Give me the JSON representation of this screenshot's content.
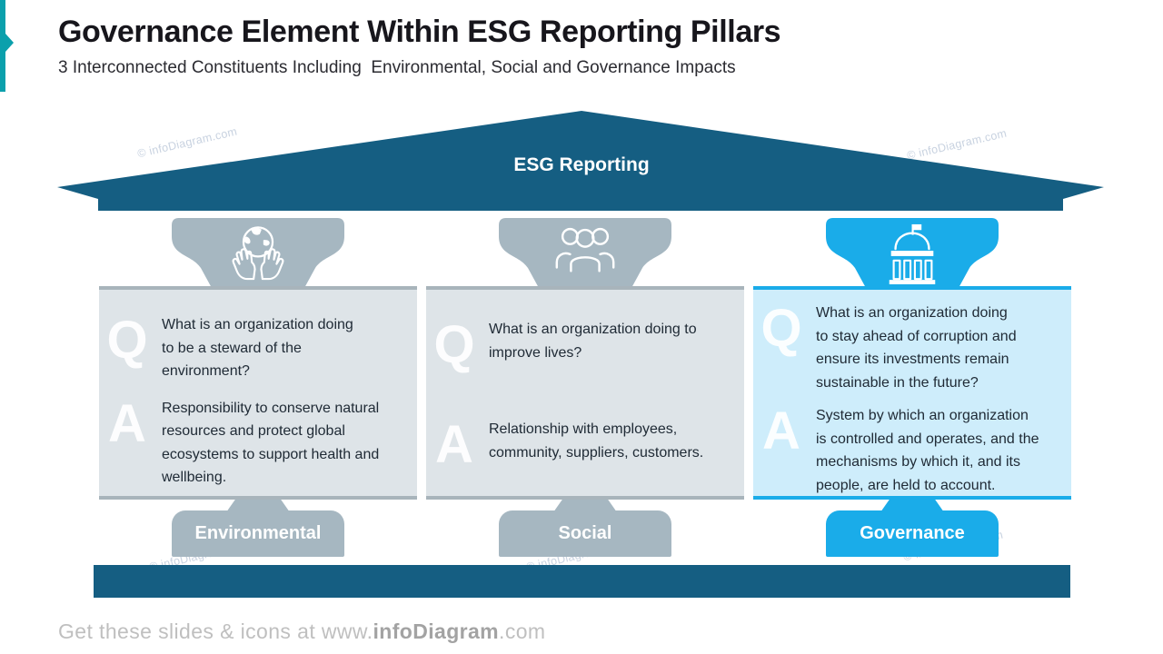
{
  "title": "Governance Element Within ESG Reporting Pillars",
  "subtitle": "3 Interconnected Constituents Including  Environmental, Social and Governance Impacts",
  "roof": {
    "label": "ESG Reporting"
  },
  "qa_labels": {
    "q": "Q",
    "a": "A"
  },
  "pillars": [
    {
      "id": "environmental",
      "label": "Environmental",
      "icon": "hands-holding-globe-icon",
      "question": "What is an organization doing\nto be a steward of the\nenvironment?",
      "answer": "Responsibility to conserve natural\nresources and protect global\necosystems to support health and\nwellbeing."
    },
    {
      "id": "social",
      "label": "Social",
      "icon": "people-group-icon",
      "question": "What is an organization doing to\nimprove lives?",
      "answer": "Relationship with employees,\ncommunity, suppliers, customers."
    },
    {
      "id": "governance",
      "label": "Governance",
      "icon": "government-building-icon",
      "question": "What is an organization doing\nto stay ahead of corruption and\nensure its investments remain\nsustainable in the future?",
      "answer": "System by which an organization\nis controlled and operates, and the\nmechanisms by which it, and its\npeople, are held to account."
    }
  ],
  "watermark": "© infoDiagram.com",
  "footer": {
    "prefix": "Get these slides & icons at www.",
    "brand": "infoDiagram",
    "suffix": ".com"
  },
  "colors": {
    "accent_teal": "#0BA0AC",
    "roof_blue": "#155E82",
    "pillar_gray": "#A6B7C1",
    "gray_box_bg": "#DEE4E8",
    "gray_box_border": "#A8B4BB",
    "governance_cyan": "#1AACE9",
    "governance_box_bg": "#CEEDFB",
    "body_text": "#202B36",
    "watermark_gray": "#C8D2E0",
    "footer_gray": "#BFBFBF"
  }
}
